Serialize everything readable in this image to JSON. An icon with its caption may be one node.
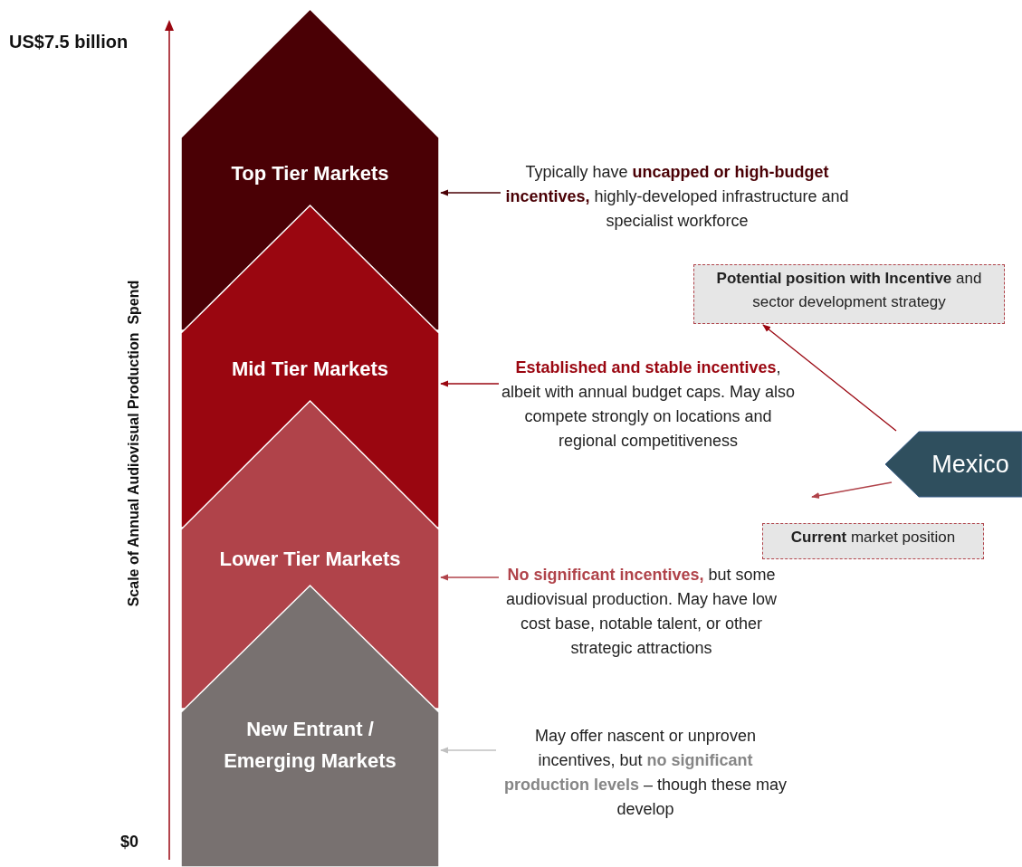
{
  "diagram": {
    "nodes": [
      {
        "text": [
          "Top Tier Markets"
        ]
      },
      {
        "text": [
          "Mid Tier Markets"
        ]
      },
      {
        "text": [
          "Lower Tier Markets"
        ]
      },
      {
        "text": [
          "New Entrant / Emerging Markets"
        ]
      },
      {
        "text": [
          "Typically have **uncapped or high-budget incentives,** highly-developed infrastructure and specialist workforce"
        ]
      },
      {
        "text": [
          "**Established and stable incentives**, albeit with annual budget caps. May also compete strongly on locations and regional competitiveness"
        ]
      },
      {
        "text": [
          "**No significant incentives,** but some audiovisual production. May have low cost base, notable talent, or other strategic attractions"
        ]
      },
      {
        "text": [
          "May offer nascent or unproven incentives, but **no significant production levels** – though these may develop"
        ]
      },
      {
        "text": [
          "**Potential position with Incentive** and sector development strategy"
        ]
      },
      {
        "text": [
          "Mexico"
        ]
      },
      {
        "text": [
          "**Current** market position"
        ]
      }
    ],
    "edges": [
      {
        "from": 4,
        "to": 0,
        "arrow": "to",
        "color": "#4a0005"
      },
      {
        "from": 5,
        "to": 1,
        "arrow": "to",
        "color": "#9a0610"
      },
      {
        "from": 6,
        "to": 2,
        "arrow": "to",
        "color": "#b0434a"
      },
      {
        "from": 7,
        "to": 3,
        "arrow": "to",
        "color": "#c0c0c0"
      },
      {
        "from": 9,
        "to": 8,
        "arrow": "to",
        "color": "#9a0610"
      },
      {
        "from": 9,
        "to": null,
        "arrow": "to",
        "color": "#b0434a"
      }
    ],
    "labels": [
      "US$7.5 billion",
      "Scale of Annual Audiovisual Production  Spend",
      "$0"
    ]
  }
}
